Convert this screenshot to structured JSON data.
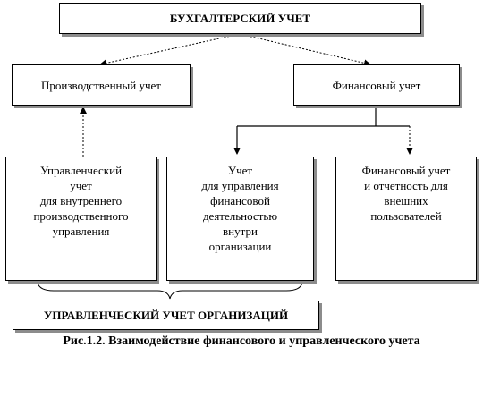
{
  "diagram": {
    "title_box": "БУХГАЛТЕРСКИЙ УЧЕТ",
    "production_box": "Производственный учет",
    "financial_box": "Финансовый учет",
    "management_box": "Управленческий\nучет\nдля внутреннего\nпроизводственного\nуправления",
    "org_management_box": "Учет\nдля управления\nфинансовой\nдеятельностью\nвнутри\nорганизации",
    "external_box": "Финансовый учет\nи отчетность для\nвнешних\nпользователей",
    "bottom_box": "УПРАВЛЕНЧЕСКИЙ УЧЕТ ОРГАНИЗАЦИЙ"
  },
  "caption": "Рис.1.2. Взаимодействие финансового и управленческого учета"
}
